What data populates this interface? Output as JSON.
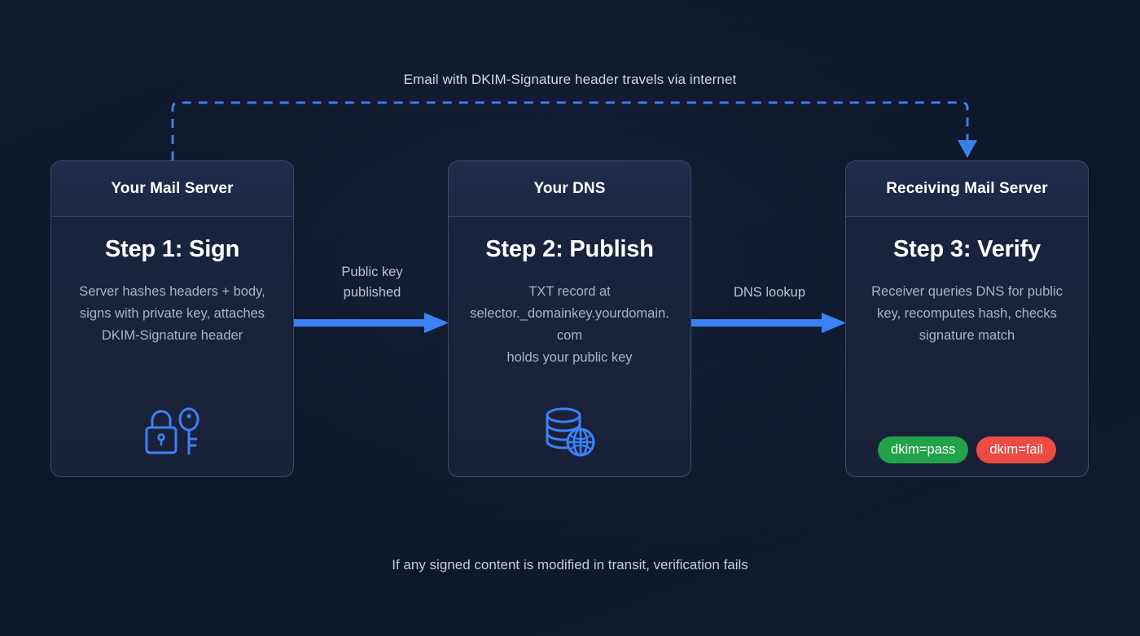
{
  "diagram": {
    "top_caption": "Email with DKIM-Signature header travels via internet",
    "footer_note": "If any signed content is modified in transit, verification fails",
    "accent_blue": "#3b82f6",
    "dashed_blue": "#3b7fe8",
    "background": "#101a2e",
    "card_bg": "#1b2440",
    "card_border": "#3a4a6b"
  },
  "cards": [
    {
      "header": "Your Mail Server",
      "step_title": "Step 1: Sign",
      "description": "Server hashes headers + body, signs with private key, attaches DKIM-Signature header",
      "icon": "lock-and-key-icon"
    },
    {
      "header": "Your DNS",
      "step_title": "Step 2: Publish",
      "description": "TXT record at selector._domainkey.yourdomain.com\nholds your public key",
      "description_line_1": "TXT record at",
      "description_line_2": "selector._domainkey.yourdomain.com",
      "description_line_3": "holds your public key",
      "icon": "database-globe-icon"
    },
    {
      "header": "Receiving Mail Server",
      "step_title": "Step 3: Verify",
      "description": "Receiver queries DNS for public key, recomputes hash, checks signature match",
      "icon": "none",
      "badges": [
        {
          "label": "dkim=pass",
          "color": "#22a34a"
        },
        {
          "label": "dkim=fail",
          "color": "#ea4b42"
        }
      ]
    }
  ],
  "arrows": [
    {
      "label_line_1": "Public key",
      "label_line_2": "published"
    },
    {
      "label_line_1": "DNS lookup",
      "label_line_2": ""
    }
  ]
}
